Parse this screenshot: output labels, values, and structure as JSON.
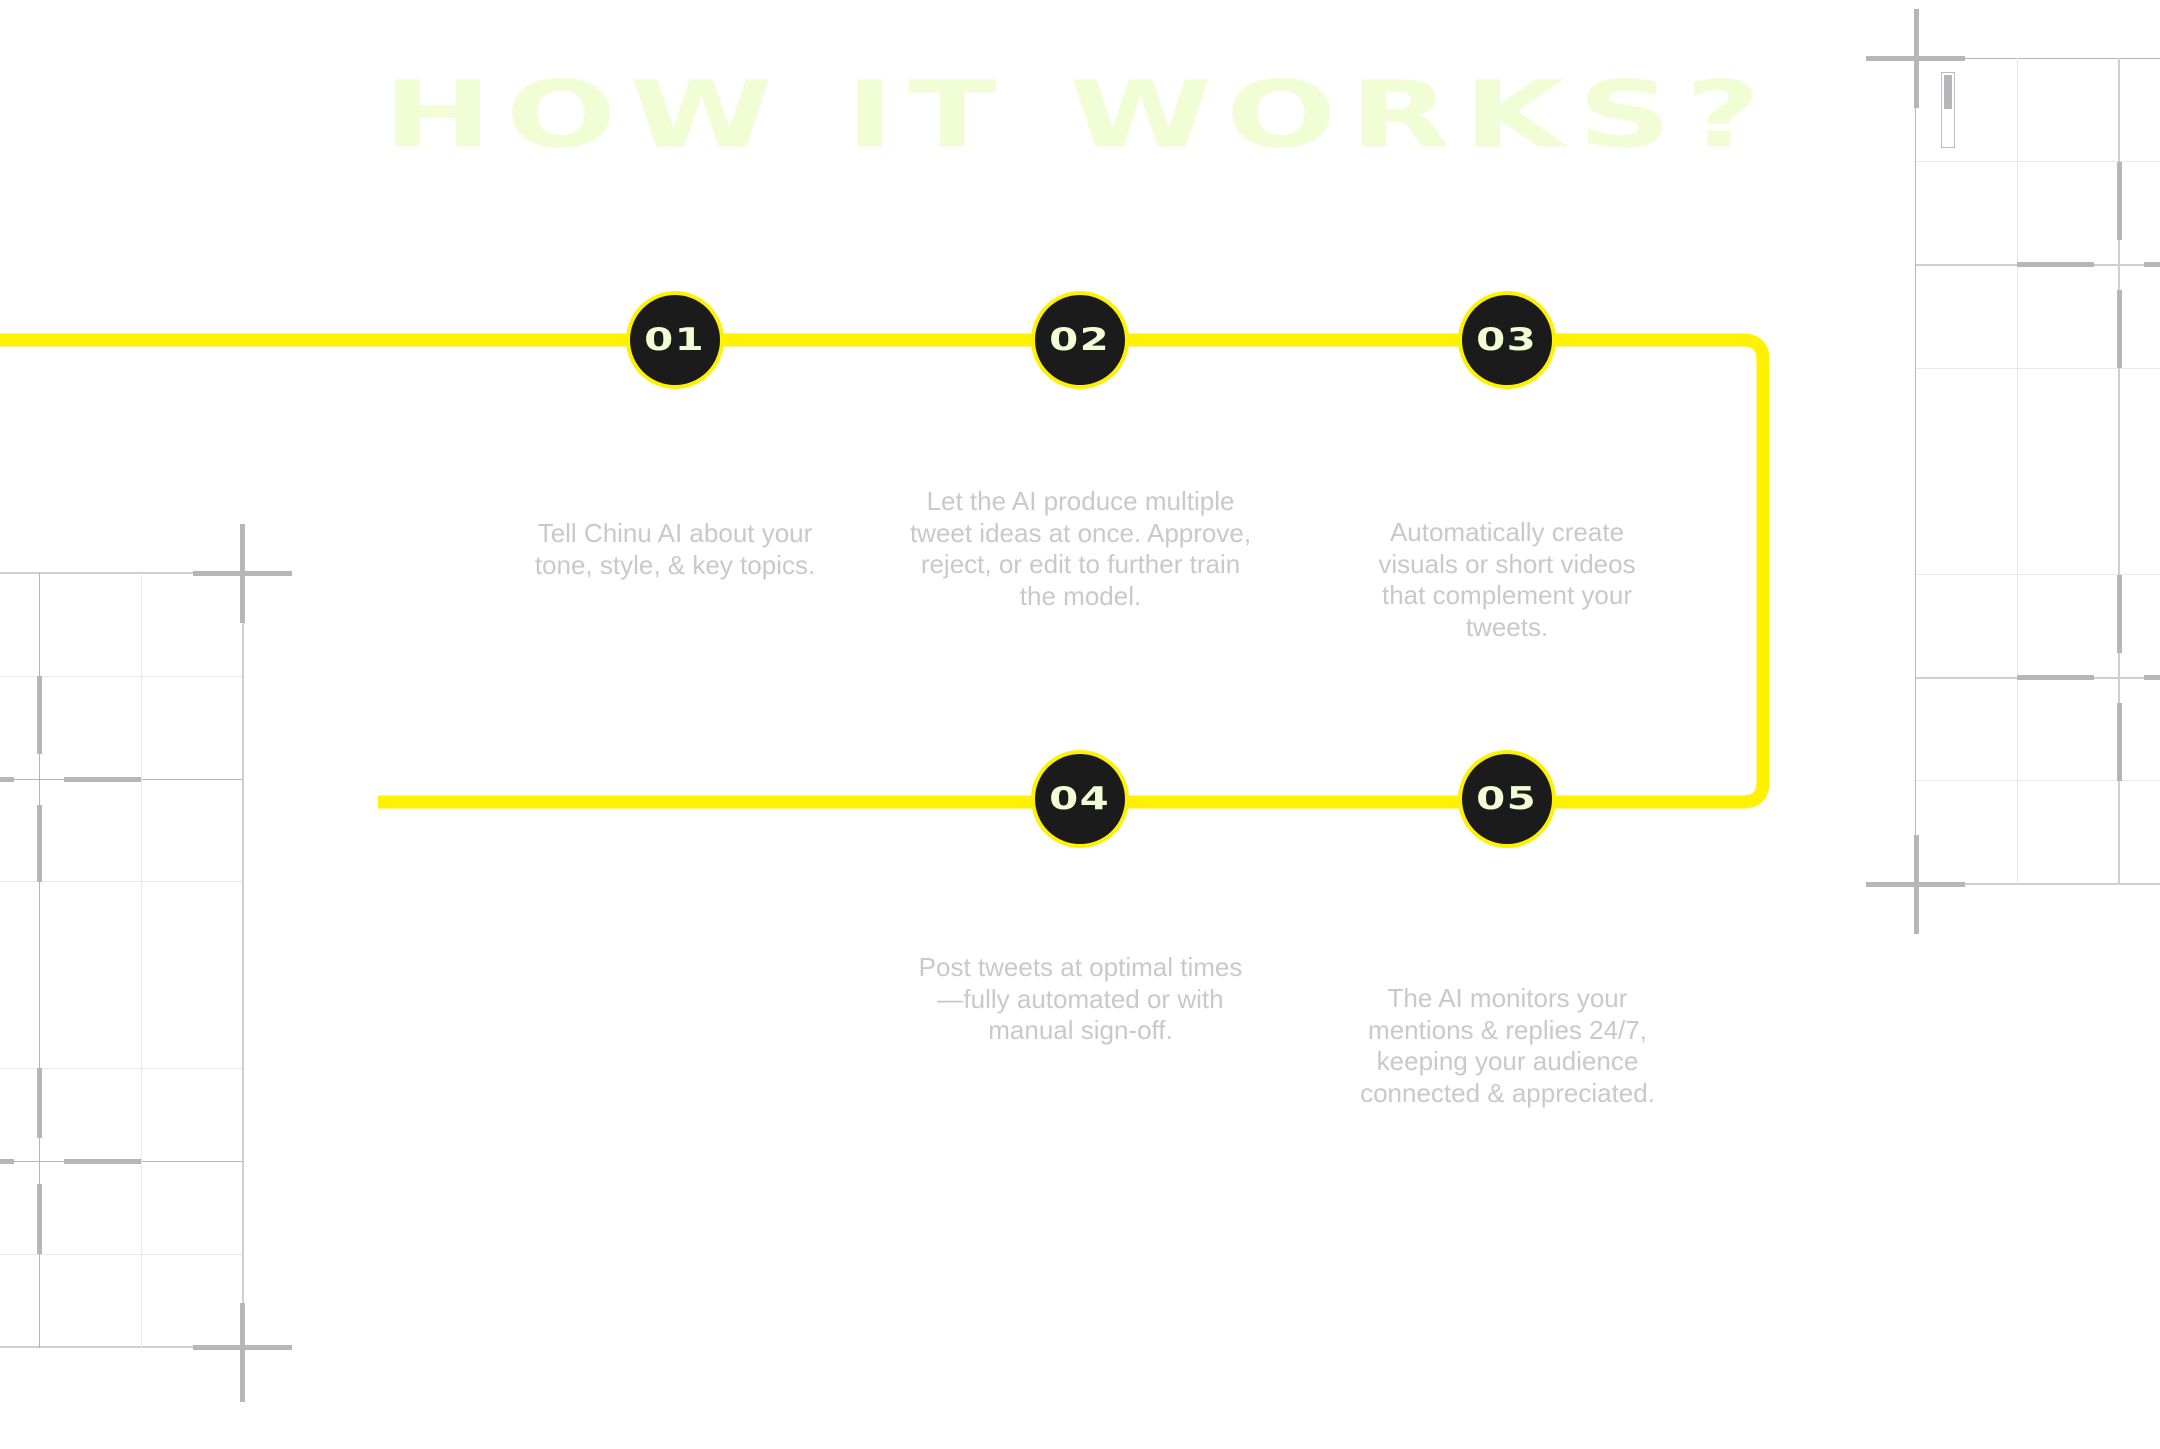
{
  "section": {
    "title": "HOW IT WORKS?"
  },
  "colors": {
    "accent_yellow": "#FFF200",
    "title_color": "#F1FDD5",
    "circle_fill": "#1b1b1b",
    "number_color": "#F1FDD5",
    "text_color": "#c9c9c9",
    "grid_color": "#b6b6b9"
  },
  "steps": [
    {
      "number": "01",
      "description": "Tell Chinu AI about your tone, style, & key topics."
    },
    {
      "number": "02",
      "description": "Let the AI produce multiple tweet ideas at once. Approve, reject, or edit to further train the model."
    },
    {
      "number": "03",
      "description": "Automatically create visuals or short videos that complement your tweets."
    },
    {
      "number": "04",
      "description": "Post tweets at optimal times—fully automated or with manual sign-off."
    },
    {
      "number": "05",
      "description": "The AI monitors your mentions & replies 24/7, keeping your audience connected & appreciated."
    }
  ]
}
